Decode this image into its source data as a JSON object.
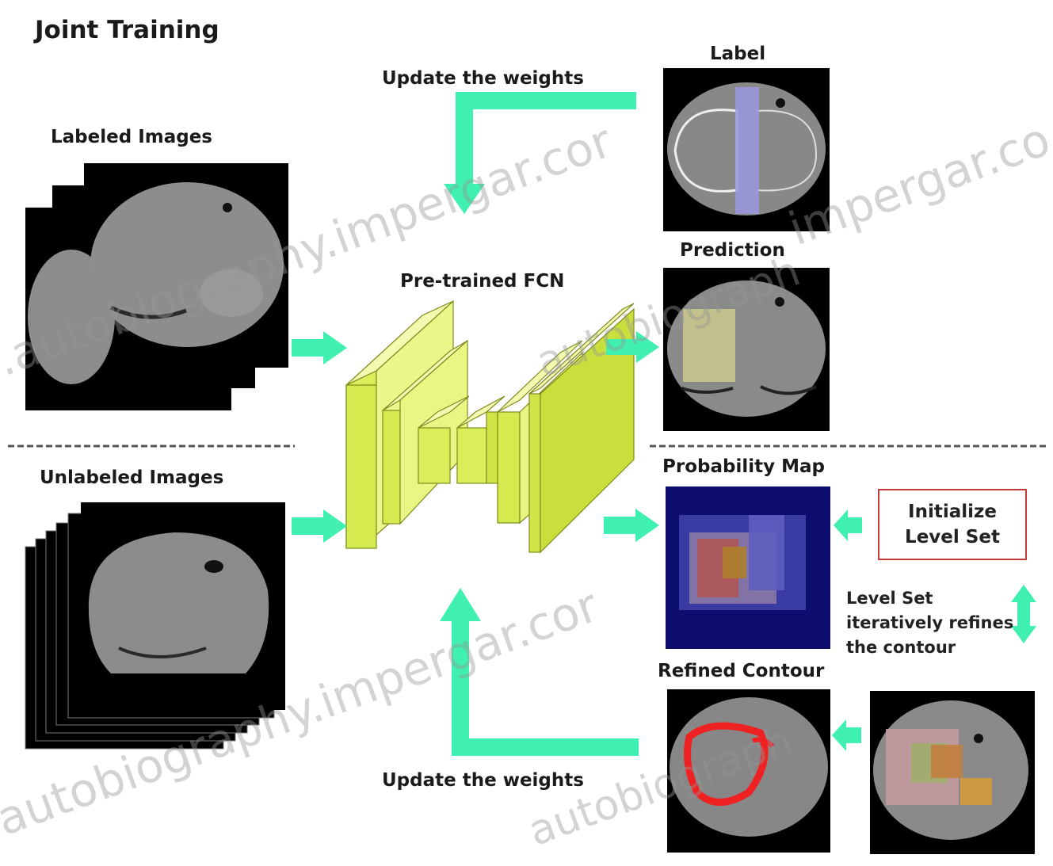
{
  "title": "Joint Training",
  "labels": {
    "update_top": "Update the weights",
    "update_bottom": "Update the weights",
    "labeled": "Labeled Images",
    "unlabeled": "Unlabeled Images",
    "fcn": "Pre-trained FCN",
    "label": "Label",
    "prediction": "Prediction",
    "probability_map": "Probability Map",
    "refined_contour": "Refined Contour"
  },
  "init_box": {
    "line1": "Initialize",
    "line2": "Level Set"
  },
  "level_set_note": {
    "line1": "Level Set",
    "line2": "iteratively refines",
    "line3": "the contour"
  },
  "watermarks": [
    ".autobiography.impergar.cor",
    "impergar.co",
    "autobiograph",
    "autobiography.impergar.cor",
    "autobiograph"
  ],
  "colors": {
    "arrow": "#3ff0b0",
    "fcn_block": "#d8ec5a",
    "box_border": "#c43b3b",
    "prob_map_bg": "#0d0d6e"
  }
}
